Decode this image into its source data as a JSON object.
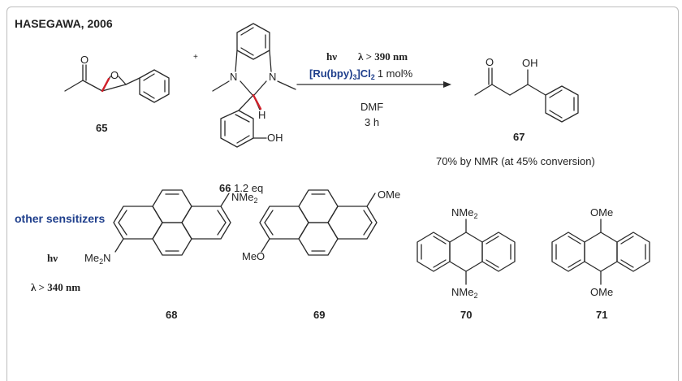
{
  "title": "HASEGAWA, 2006",
  "plus": "+",
  "conditions": {
    "hv": "hν",
    "lambda": "λ > 390 nm",
    "catalyst_main": "[Ru(bpy)",
    "catalyst_sub": "3",
    "catalyst_tail": "]Cl",
    "catalyst_sub2": "2",
    "catalyst_loading": "1 mol%",
    "solvent": "DMF",
    "time": "3 h"
  },
  "compounds": {
    "c65": {
      "id": "65"
    },
    "c66": {
      "id": "66",
      "eq": "1.2 eq",
      "n_left": "N",
      "n_right": "N",
      "h": "H",
      "oh": "OH"
    },
    "c67": {
      "id": "67",
      "o": "O",
      "oh": "OH",
      "yield": "70% by NMR (at 45% conversion)"
    },
    "c65_labels": {
      "o_carbonyl": "O",
      "o_epoxide": "O"
    }
  },
  "sensitizers": {
    "heading": "other sensitizers",
    "hv": "hν",
    "lambda": "λ > 340 nm",
    "s68": {
      "id": "68",
      "sub1": "NMe",
      "sub1_sub": "2",
      "sub2_pre": "Me",
      "sub2_sub": "2",
      "sub2_post": "N"
    },
    "s69": {
      "id": "69",
      "sub1": "OMe",
      "sub2": "MeO"
    },
    "s70": {
      "id": "70",
      "sub1": "NMe",
      "sub1_sub": "2",
      "sub2": "NMe",
      "sub2_sub": "2"
    },
    "s71": {
      "id": "71",
      "sub1": "OMe",
      "sub2": "OMe"
    }
  },
  "colors": {
    "accent": "#1f3f8c",
    "bond_highlight": "#d0202a",
    "bond": "#2a2a2a"
  }
}
